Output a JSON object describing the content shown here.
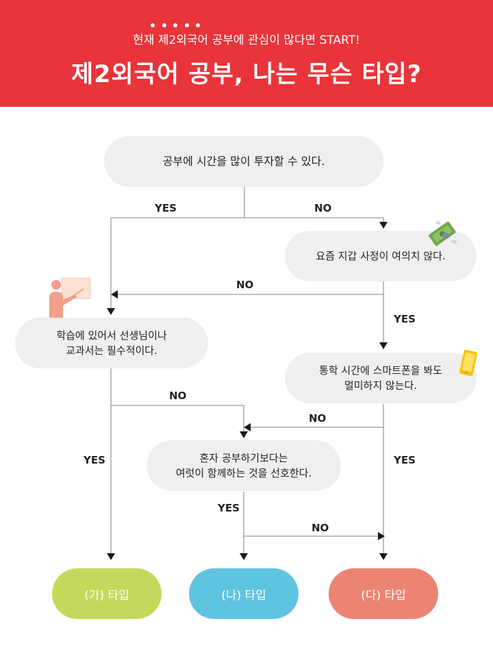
{
  "header": {
    "subtitle": "현재 제2외국어 공부에 관심이 많다면 START!",
    "title": "제2외국어 공부, 나는 무슨 타입?"
  },
  "nodes": {
    "q1": "공부에 시간을 많이 투자할 수 있다.",
    "q2": "요즘 지갑 사정이 여의치 않다.",
    "q3_line1": "학습에 있어서 선생님이나",
    "q3_line2": "교과서는 필수적이다.",
    "q4_line1": "통학 시간에 스마트폰을 봐도",
    "q4_line2": "멀미하지 않는다.",
    "q5_line1": "혼자 공부하기보다는",
    "q5_line2": "여럿이 함께하는 것을 선호한다."
  },
  "labels": {
    "q1_yes": "YES",
    "q1_no": "NO",
    "q2_no": "NO",
    "q2_yes": "YES",
    "q3_no": "NO",
    "q3_yes": "YES",
    "q4_no": "NO",
    "q4_yes": "YES",
    "q5_yes": "YES",
    "q5_no": "NO"
  },
  "results": {
    "ga": "(가) 타입",
    "na": "(나) 타입",
    "da": "(다) 타입"
  },
  "colors": {
    "header": "#e8343a",
    "result_ga": "#c5d85c",
    "result_na": "#5ec4df",
    "result_da": "#ec8474",
    "node_bg": "#efefef"
  },
  "icons": [
    "dots-icon",
    "money-icon",
    "teacher-icon",
    "smartphone-icon"
  ]
}
